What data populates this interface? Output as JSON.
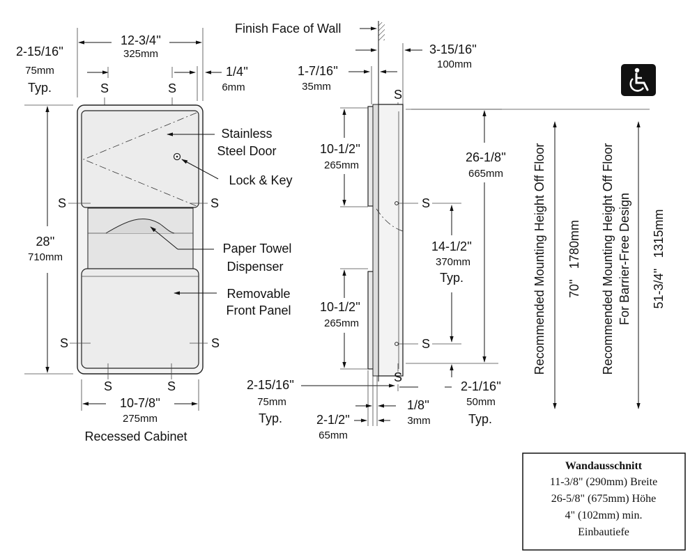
{
  "front_view": {
    "width_in": "12-3/4''",
    "width_mm": "325mm",
    "left_offset_in": "2-15/16''",
    "left_offset_mm": "75mm",
    "left_offset_typ": "Typ.",
    "flange_in": "1/4''",
    "flange_mm": "6mm",
    "height_in": "28''",
    "height_mm": "710mm",
    "bottom_width_in": "10-7/8''",
    "bottom_width_mm": "275mm",
    "caption": "Recessed Cabinet",
    "screw": "S"
  },
  "callouts": {
    "door_line1": "Stainless",
    "door_line2": "Steel Door",
    "lock": "Lock & Key",
    "dispenser_line1": "Paper Towel",
    "dispenser_line2": "Dispenser",
    "panel_line1": "Removable",
    "panel_line2": "Front Panel"
  },
  "side_view": {
    "wall_label": "Finish Face of Wall",
    "depth_in": "3-15/16''",
    "depth_mm": "100mm",
    "flange_depth_in": "1-7/16''",
    "flange_depth_mm": "35mm",
    "upper_in": "10-1/2''",
    "upper_mm": "265mm",
    "total_in": "26-1/8''",
    "total_mm": "665mm",
    "spacing_in": "14-1/2''",
    "spacing_mm": "370mm",
    "spacing_typ": "Typ.",
    "lower_in": "10-1/2''",
    "lower_mm": "265mm",
    "bottom_offset_in": "2-15/16''",
    "bottom_offset_mm": "75mm",
    "bottom_offset_typ": "Typ.",
    "lip_in": "1/8''",
    "lip_mm": "3mm",
    "proj_in": "2-1/2''",
    "proj_mm": "65mm",
    "screw_offset_in": "2-1/16''",
    "screw_offset_mm": "50mm",
    "screw_offset_typ": "Typ."
  },
  "mounting": {
    "rec_label": "Recommended Mounting Height Off Floor",
    "rec_value": "70''   1780mm",
    "bf_label1": "Recommended Mounting Height Off Floor",
    "bf_label2": "For Barrier-Free Design",
    "bf_value": "51-3/4''   1315mm",
    "accessibility_icon": "wheelchair-icon"
  },
  "cutout_box": {
    "title": "Wandausschnitt",
    "line1": "11-3/8\" (290mm) Breite",
    "line2": "26-5/8\" (675mm) Höhe",
    "line3": "4\" (102mm) min.",
    "line4": "Einbautiefe"
  }
}
